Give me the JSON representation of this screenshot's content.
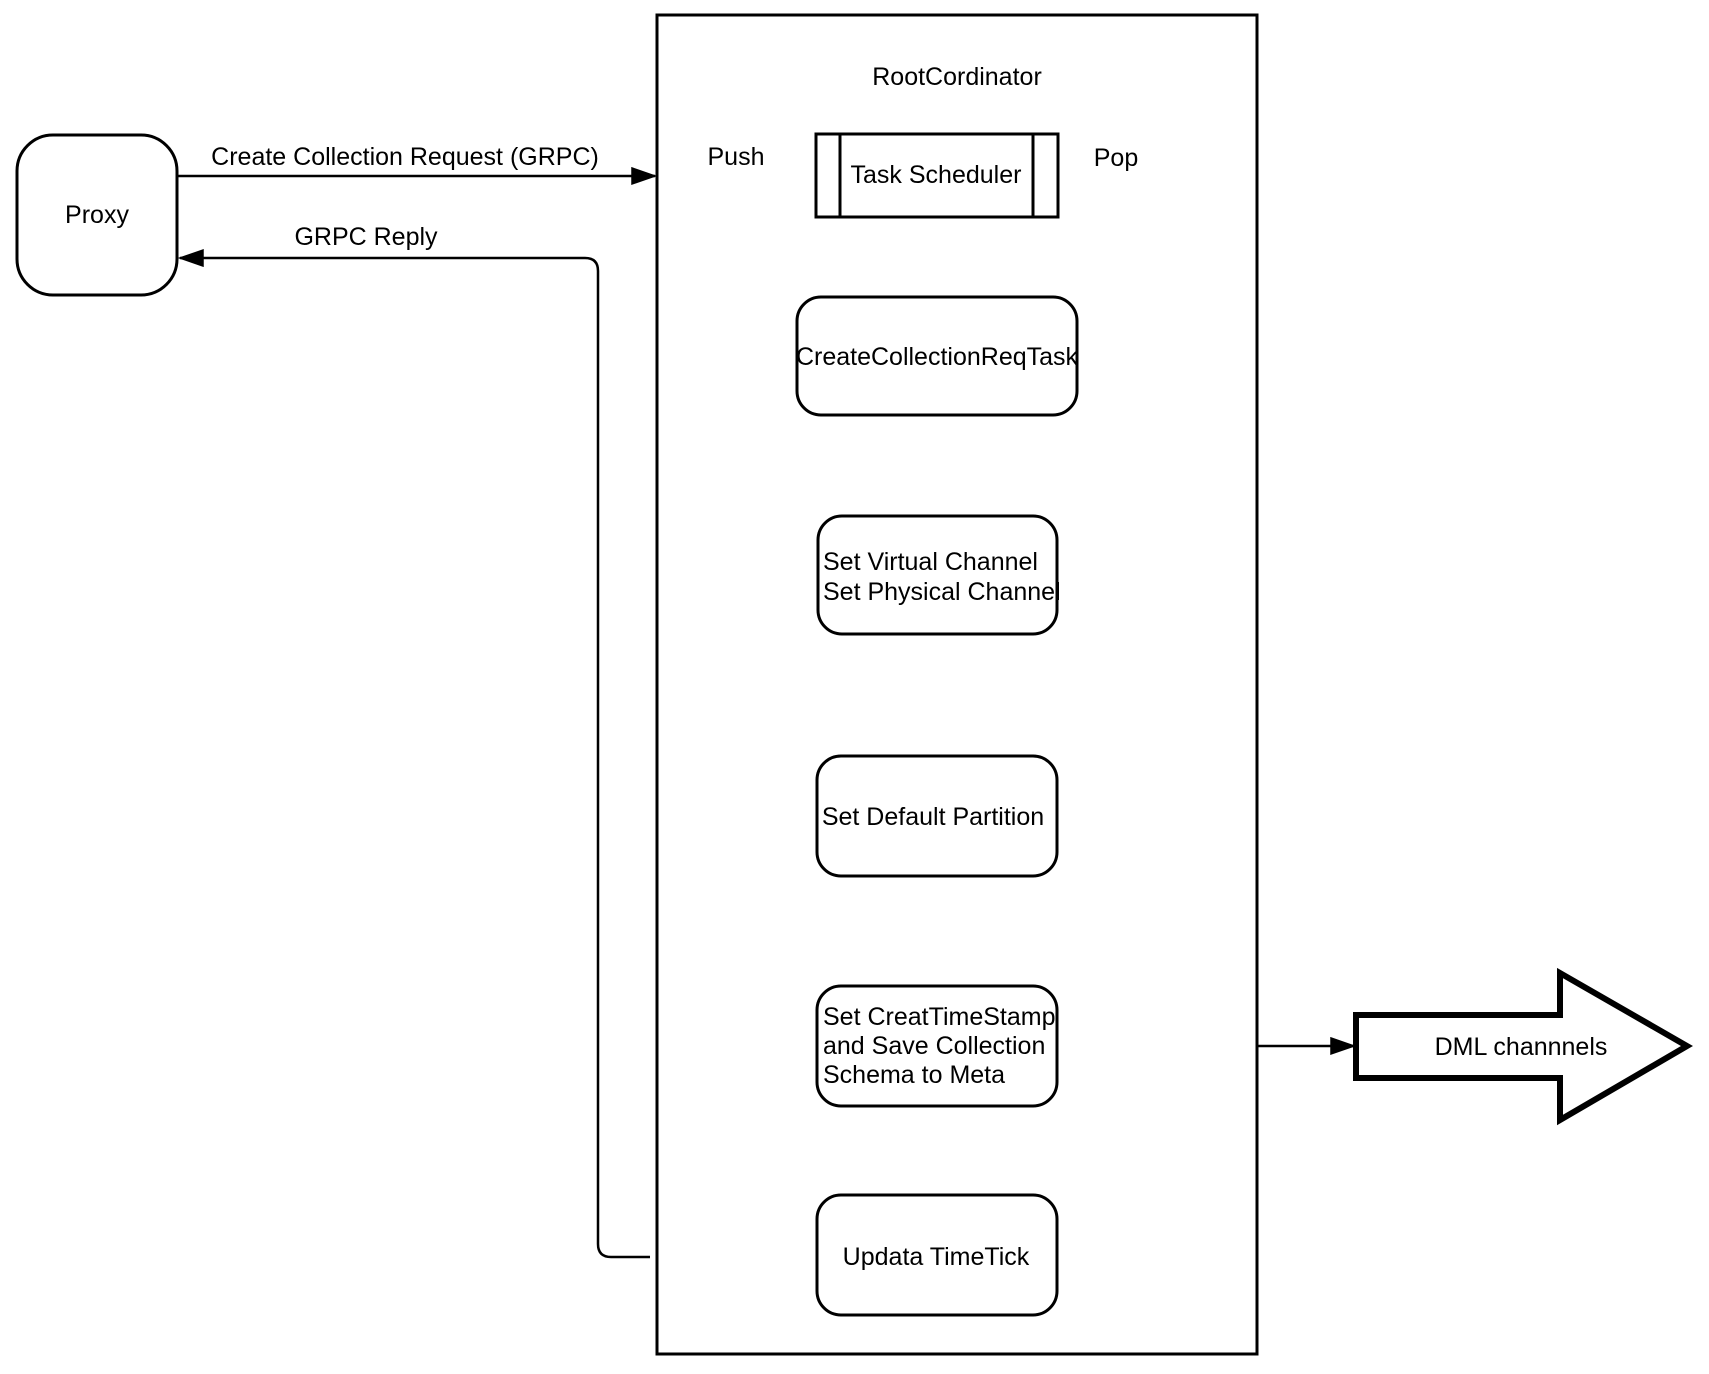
{
  "diagram": {
    "proxy": {
      "label": "Proxy"
    },
    "root": {
      "title": "RootCordinator"
    },
    "scheduler": {
      "label": "Task Scheduler"
    },
    "edges": {
      "create_request_label": "Create Collection Request (GRPC)",
      "grpc_reply_label": "GRPC Reply",
      "push_label": "Push",
      "pop_label": "Pop"
    },
    "tasks": {
      "create_collection_req_task": {
        "lines": [
          "CreateCollectionReqTask"
        ]
      },
      "set_channels": {
        "lines": [
          "Set Virtual Channel",
          "Set Physical Channel"
        ]
      },
      "set_default_partition": {
        "lines": [
          "Set Default Partition"
        ]
      },
      "set_timestamp": {
        "lines": [
          "Set CreatTimeStamp",
          "and Save Collection",
          "Schema to Meta"
        ]
      },
      "update_timetick": {
        "lines": [
          "Updata TimeTick"
        ]
      }
    },
    "dml": {
      "label": "DML channnels"
    },
    "colors": {
      "line": "#000000",
      "node_fill": "#ffffff",
      "background": "#ffffff"
    }
  }
}
